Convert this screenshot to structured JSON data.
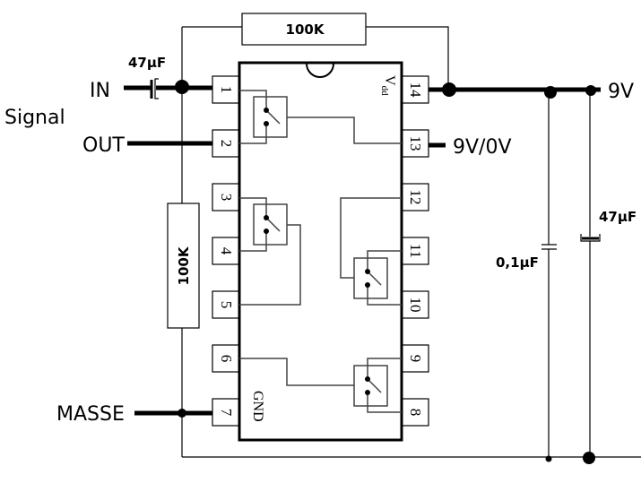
{
  "labels": {
    "in": "IN",
    "signal": "Signal",
    "out": "OUT",
    "masse": "MASSE",
    "vdd_out": "9V",
    "pin13_out": "9V/0V"
  },
  "components": {
    "r_top": "100K",
    "r_left": "100K",
    "c_in": "47µF",
    "c_decouple": "0,1µF",
    "c_supply": "47µF"
  },
  "chip": {
    "vdd": "V",
    "vdd_sub": "dd",
    "gnd": "GND",
    "left_pins": [
      "1",
      "2",
      "3",
      "4",
      "5",
      "6",
      "7"
    ],
    "right_pins": [
      "14",
      "13",
      "12",
      "11",
      "10",
      "9",
      "8"
    ]
  }
}
